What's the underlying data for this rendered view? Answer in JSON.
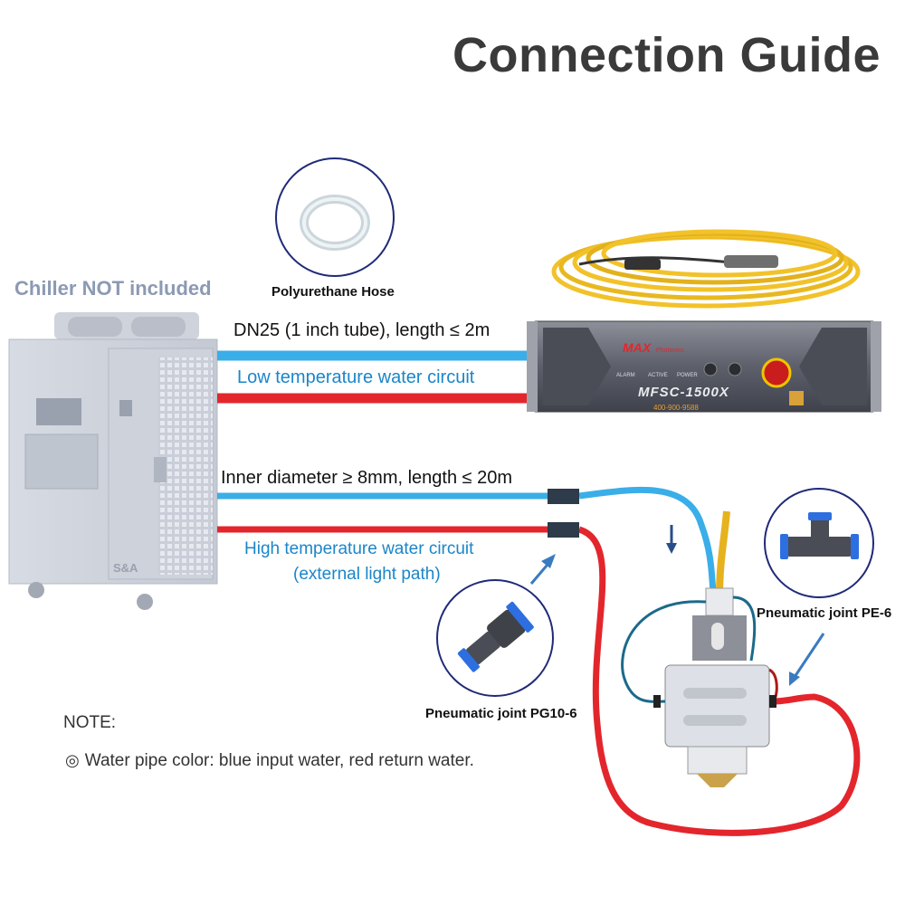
{
  "title": "Connection Guide",
  "chiller": {
    "note": "Chiller NOT included",
    "brand_mark": "S&A"
  },
  "hose": {
    "label": "Polyurethane Hose"
  },
  "low_temp_circuit": {
    "spec": "DN25 (1 inch tube), length ≤ 2m",
    "label": "Low temperature water circuit"
  },
  "high_temp_circuit": {
    "spec": "Inner diameter ≥ 8mm, length ≤ 20m",
    "label": "High temperature water circuit",
    "sublabel": "(external light path)"
  },
  "laser_source": {
    "brand": "MAX",
    "brand_suffix": "Photonics",
    "model": "MFSC-1500X",
    "indicators": [
      "ALARM",
      "ACTIVE",
      "POWER"
    ],
    "phone": "400-900-9588"
  },
  "joints": {
    "pe6": "Pneumatic joint PE-6",
    "pg10_6": "Pneumatic joint PG10-6"
  },
  "note": {
    "heading": "NOTE:",
    "mark": "◎",
    "text": "Water pipe color: blue input water, red return water."
  },
  "colors": {
    "blue_pipe": "#3aaee8",
    "red_pipe": "#e3262c",
    "label_blue": "#1a86c9",
    "fiber_yellow": "#f2c22a"
  }
}
